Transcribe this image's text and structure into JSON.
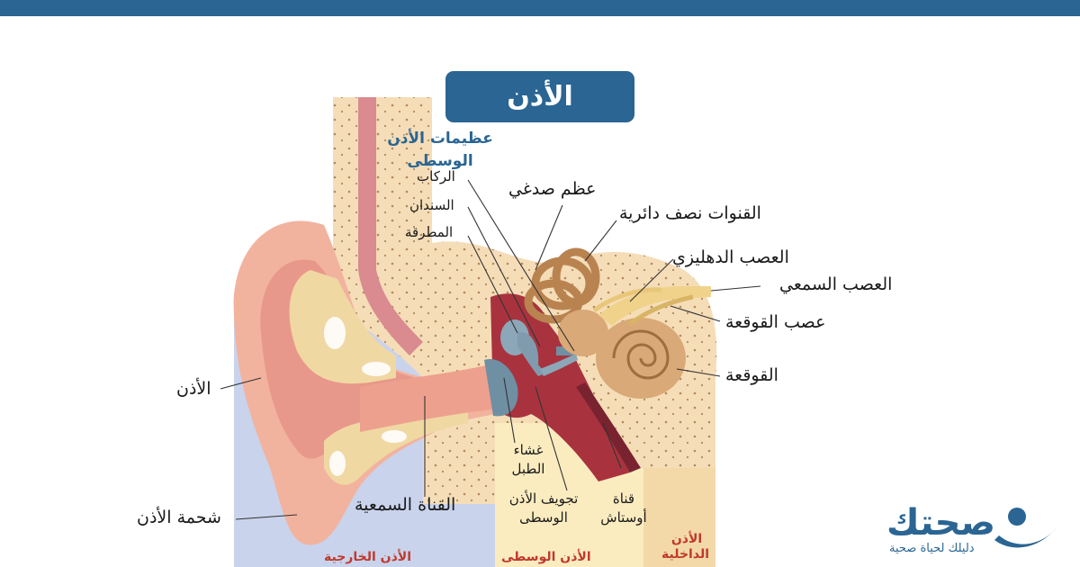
{
  "title": "الأذن",
  "labels": {
    "ossicles_line1": "عظيمات الأذن",
    "ossicles_line2": "الوسطى",
    "stapes": "الركاب",
    "incus": "السندان",
    "malleus": "المطرقة",
    "temporal_bone": "عظم صدغي",
    "semicircular_canals": "القنوات نصف دائرية",
    "vestibular_nerve": "العصب الدهليزي",
    "auditory_nerve": "العصب السمعي",
    "cochlear_nerve": "عصب القوقعة",
    "cochlea": "القوقعة",
    "ear": "الأذن",
    "ear_canal": "القناة السمعية",
    "earlobe": "شحمة الأذن",
    "eardrum_line1": "غشاء",
    "eardrum_line2": "الطبل",
    "middle_cavity_line1": "تجويف الأذن",
    "middle_cavity_line2": "الوسطى",
    "eustachian_line1": "قناة",
    "eustachian_line2": "أوستاش",
    "outer_ear": "الأذن الخارجية",
    "middle_ear": "الأذن الوسطى",
    "inner_ear_line1": "الأذن",
    "inner_ear_line2": "الداخلية"
  },
  "logo": {
    "word": "صحتك",
    "tagline": "دليلك لحياة صحية"
  },
  "colors": {
    "brand": "#2a6593",
    "outer_zone": "#c9d3ec",
    "middle_zone": "#fbecc0",
    "inner_zone": "#f3d9a8",
    "bone": "#f5ddb8",
    "skin": "#f2b39e",
    "cartilage": "#f0d8a3",
    "cochlea": "#d9a977",
    "ossicles": "#8ca7b8",
    "cavity": "#a8333e"
  }
}
